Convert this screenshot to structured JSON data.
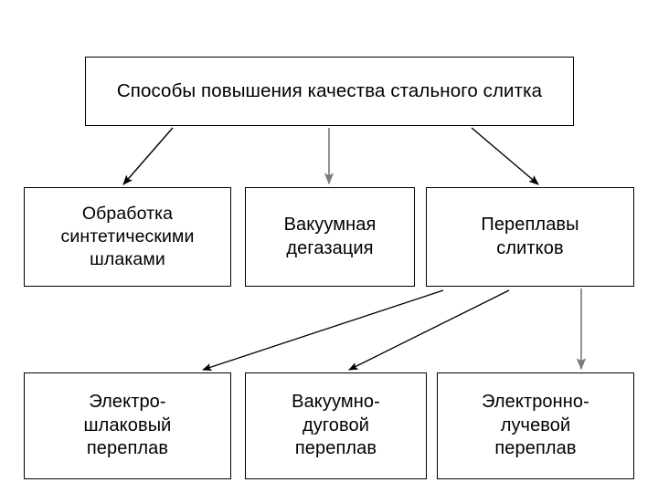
{
  "diagram": {
    "title": "Способы повышения качества стального слитка",
    "background_color": "#ffffff",
    "box_border_color": "#000000",
    "arrow_color_diagonal": "#000000",
    "arrow_color_vertical": "#808080",
    "nodes": {
      "root": {
        "label": "Способы повышения качества стального слитка"
      },
      "level2": [
        {
          "id": "synthetic-slag",
          "label": "Обработка\nсинтетическими\nшлаками"
        },
        {
          "id": "vacuum-degas",
          "label": "Вакуумная\nдегазация"
        },
        {
          "id": "remelting",
          "label": "Переплавы\nслитков"
        }
      ],
      "level3": [
        {
          "id": "esr",
          "label": "Электро-\nшлаковый\nпереплав"
        },
        {
          "id": "var",
          "label": "Вакуумно-\nдуговой\nпереплав"
        },
        {
          "id": "ebm",
          "label": "Электронно-\nлучевой\nпереплав"
        }
      ]
    },
    "connections": [
      {
        "from": "root",
        "to": "synthetic-slag",
        "style": "diagonal"
      },
      {
        "from": "root",
        "to": "vacuum-degas",
        "style": "vertical"
      },
      {
        "from": "root",
        "to": "remelting",
        "style": "diagonal"
      },
      {
        "from": "remelting",
        "to": "esr",
        "style": "diagonal"
      },
      {
        "from": "remelting",
        "to": "var",
        "style": "diagonal"
      },
      {
        "from": "remelting",
        "to": "ebm",
        "style": "vertical"
      }
    ]
  }
}
